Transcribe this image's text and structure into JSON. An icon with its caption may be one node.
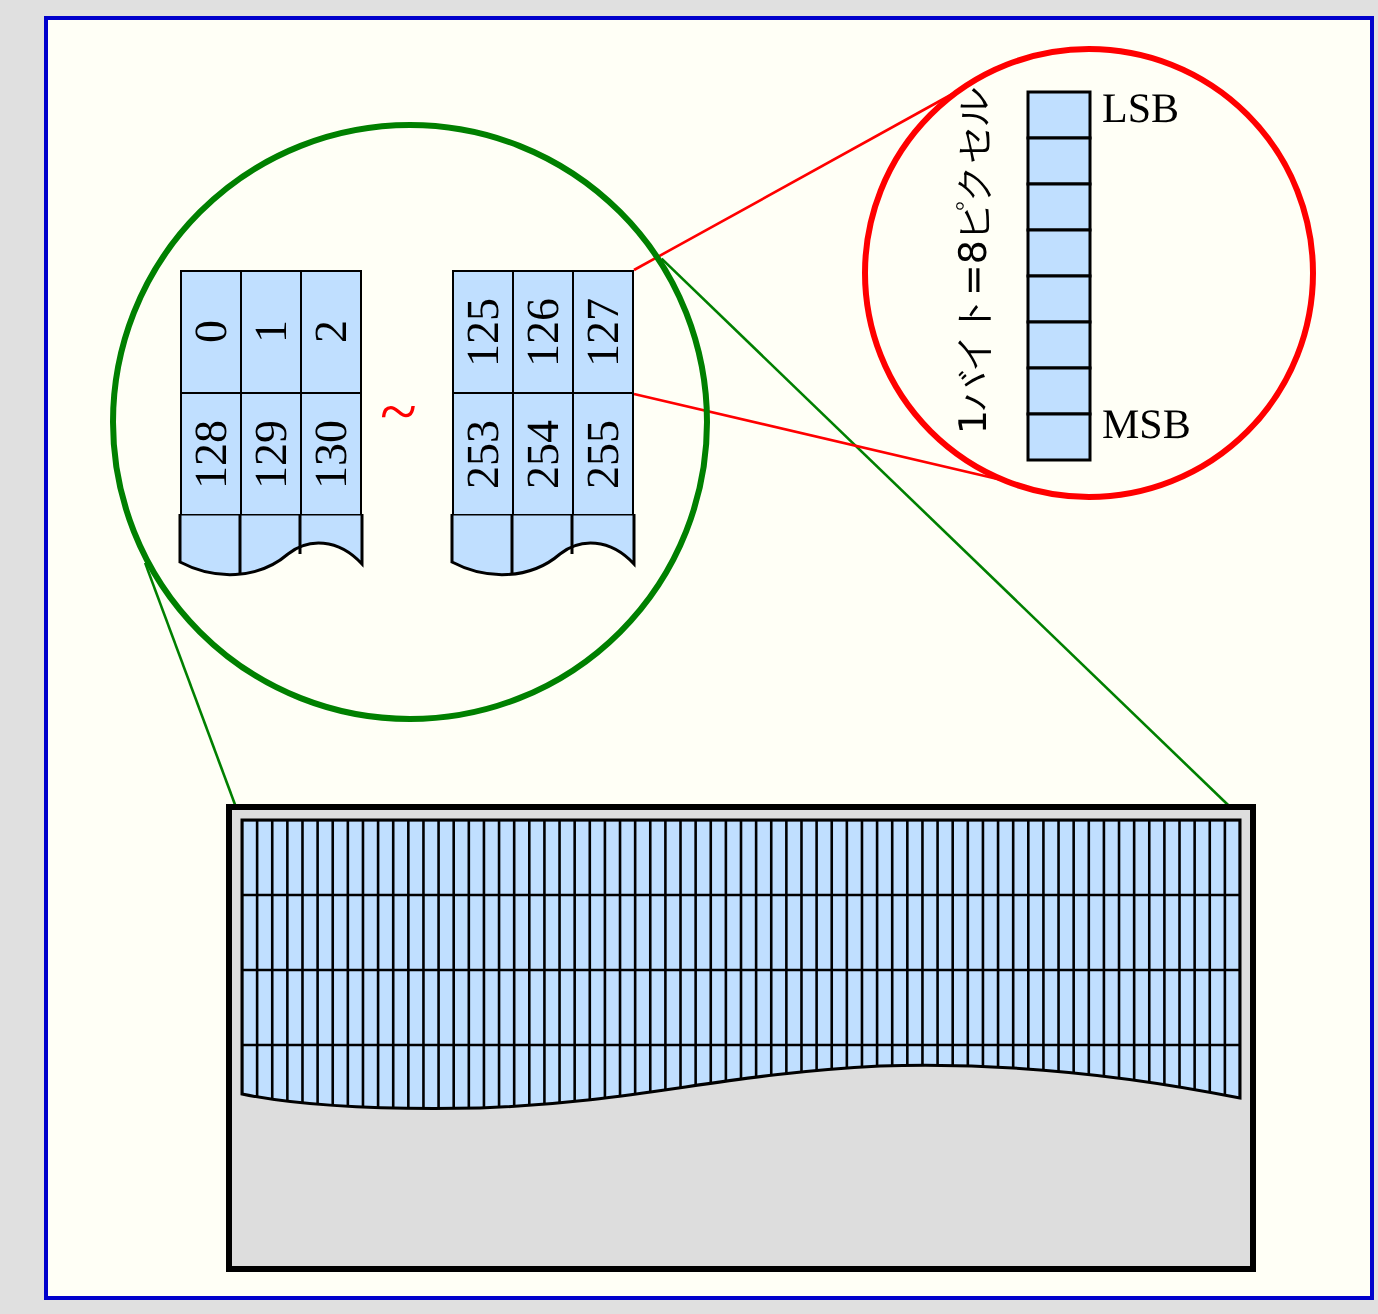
{
  "diagram": {
    "nodes": [
      {
        "text": [],
        "shape": "circle"
      },
      {
        "text": [
          "0"
        ],
        "in": 0
      },
      {
        "text": [
          "1"
        ],
        "in": 0
      },
      {
        "text": [
          "2"
        ],
        "in": 0
      },
      {
        "text": [
          "125"
        ],
        "in": 0
      },
      {
        "text": [
          "126"
        ],
        "in": 0
      },
      {
        "text": [
          "127"
        ],
        "in": 0
      },
      {
        "text": [
          "128"
        ],
        "in": 0
      },
      {
        "text": [
          "129"
        ],
        "in": 0
      },
      {
        "text": [
          "130"
        ],
        "in": 0
      },
      {
        "text": [
          "253"
        ],
        "in": 0
      },
      {
        "text": [
          "254"
        ],
        "in": 0
      },
      {
        "text": [
          "255"
        ],
        "in": 0
      },
      {
        "text": [],
        "shape": "circle"
      },
      {
        "text": [],
        "shape": "bar",
        "in": 13
      },
      {
        "text": [],
        "shape": "box"
      }
    ],
    "edges": [
      {
        "from": 0,
        "to": 15,
        "arrow": "none",
        "color": "#008000"
      },
      {
        "from": 0,
        "to": 15,
        "arrow": "none",
        "color": "#008000"
      },
      {
        "from": 6,
        "to": 13,
        "arrow": "none",
        "color": "#ff0000"
      },
      {
        "from": 6,
        "to": 13,
        "arrow": "none",
        "color": "#ff0000"
      }
    ],
    "labels": [
      "~",
      "1バイト=8ピクセル",
      "LSB",
      "MSB"
    ]
  }
}
